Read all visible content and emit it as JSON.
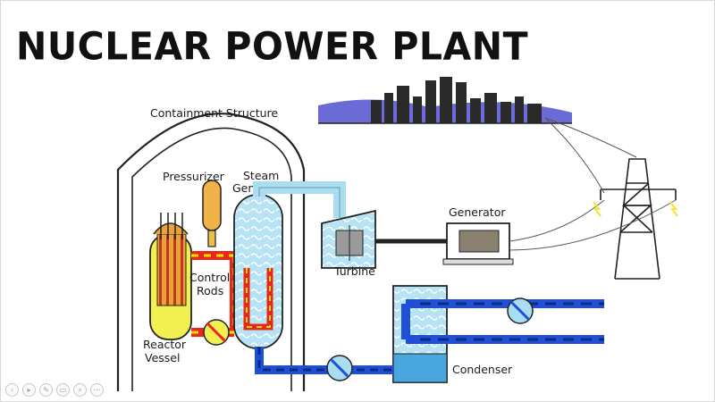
{
  "title": "NUCLEAR POWER PLANT",
  "labels": {
    "containment": "Containment Structure",
    "pressurizer": "Pressurizer",
    "steam_generator_line1": "Steam",
    "steam_generator_line2": "Generator",
    "control_rods_line1": "Control",
    "control_rods_line2": "Rods",
    "reactor_vessel_line1": "Reactor",
    "reactor_vessel_line2": "Vessel",
    "turbine": "Turbine",
    "generator": "Generator",
    "condenser": "Condenser"
  },
  "colors": {
    "primary_loop_hot": "#e8261c",
    "primary_loop_dashes": "#f7e000",
    "reactor_core": "#e9a23b",
    "reactor_water": "#f2ef50",
    "steam": "#a9ddf2",
    "cooling_water": "#1f4fd6",
    "cooling_dashes": "#0a2a8a",
    "city_sky": "#6b6bd6",
    "spark": "#f4e431"
  },
  "toolbar": {
    "icons": [
      "prev-icon",
      "play-icon",
      "pen-icon",
      "slides-icon",
      "zoom-icon",
      "more-icon"
    ],
    "glyphs": [
      "‹",
      "▸",
      "✎",
      "▭",
      "⌕",
      "⋯"
    ]
  }
}
